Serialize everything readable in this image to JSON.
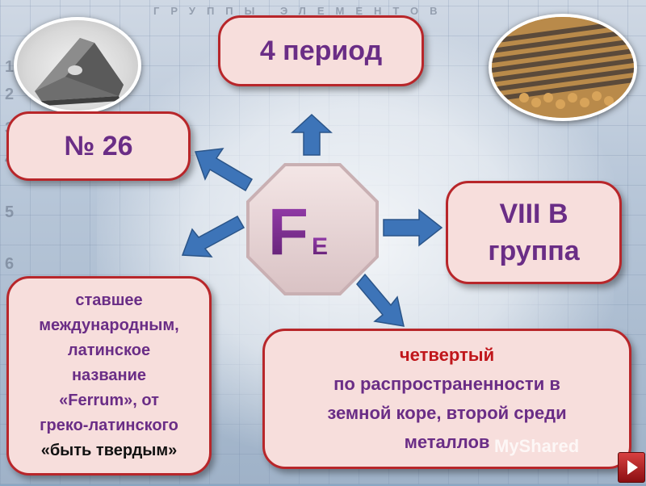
{
  "element": {
    "symbol_big": "F",
    "symbol_small": "E"
  },
  "cards": {
    "period": "4 период",
    "number": "№ 26",
    "group_line1": "VIII В",
    "group_line2": "группа",
    "latin": {
      "line1": "ставшее",
      "line2": "международным,",
      "line3": "латинское",
      "line4": "название",
      "line5": "«Ferrum», от",
      "line6": "греко-латинского",
      "line7": "«быть твердым»"
    },
    "abundance": {
      "line1": "четвертый",
      "line2": "по распространенности  в",
      "line3": "земной коре, второй среди",
      "line4": "металлов"
    }
  },
  "background": {
    "header": "ГРУППЫ ЭЛЕМЕНТОВ",
    "row_numbers": [
      "1",
      "2",
      "3",
      "4",
      "5",
      "6"
    ]
  },
  "watermark": "MyShared",
  "colors": {
    "card_fill": "#f7dedc",
    "card_border": "#b8262a",
    "text_purple": "#6a2d86",
    "text_red": "#c0161b",
    "arrow_blue": "#3d74b8",
    "symbol_purple": "#7e2c8e"
  }
}
